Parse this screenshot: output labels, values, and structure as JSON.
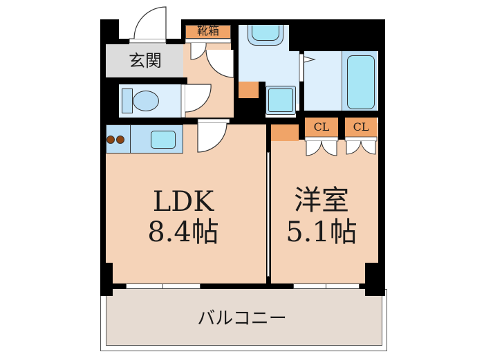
{
  "floorplan": {
    "colors": {
      "wall": "#000000",
      "room": "#f5d3b8",
      "wet_area": "#ddeffc",
      "fixture": "#a8e6f5",
      "fixture_outer": "#bcdff5",
      "entrance": "#dcdcdc",
      "storage": "#f0a468",
      "balcony": "#e6dbd2",
      "door": "#ffffff",
      "stove": "#8b4513"
    },
    "rooms": {
      "entrance": {
        "label": "玄関"
      },
      "shoe_box": {
        "label": "靴箱"
      },
      "ldk": {
        "name": "LDK",
        "size": "8.4帖"
      },
      "western_room": {
        "name": "洋室",
        "size": "5.1帖"
      },
      "closet_1": {
        "label": "CL"
      },
      "closet_2": {
        "label": "CL"
      },
      "balcony": {
        "label": "バルコニー"
      }
    },
    "fixtures": [
      "toilet",
      "kitchen-sink",
      "stove-burners",
      "washbasin",
      "washing-machine-pan",
      "bathtub"
    ]
  }
}
